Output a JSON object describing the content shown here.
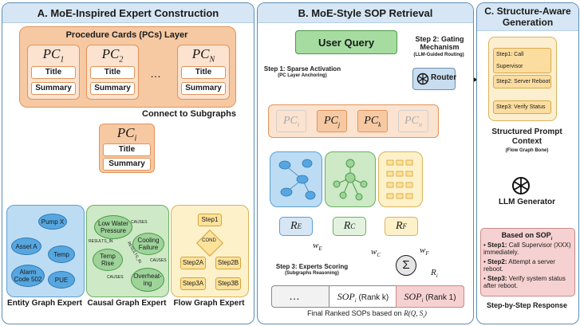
{
  "panel_a": {
    "title": "A. MoE-Inspired Expert Construction",
    "pc_layer_title": "Procedure Cards (PCs) Layer",
    "cards": [
      {
        "pc": "PC",
        "sub": "1",
        "title": "Title",
        "summary": "Summary"
      },
      {
        "pc": "PC",
        "sub": "2",
        "title": "Title",
        "summary": "Summary"
      },
      {
        "pc": "PC",
        "sub": "N",
        "title": "Title",
        "summary": "Summary"
      }
    ],
    "ellipsis": "…",
    "connect_label": "Connect to Subgraphs",
    "pci": {
      "pc": "PC",
      "sub": "i",
      "title": "Title",
      "summary": "Summary"
    },
    "entity_nodes": [
      "Pump X",
      "Asset A",
      "Temp",
      "Alarm Code 502",
      "PUE"
    ],
    "causal_nodes": [
      "Low Water Pressure",
      "Cooling Failure",
      "Temp Rise",
      "Overheat-ing"
    ],
    "causal_edges": [
      "CAUSES",
      "RESULTS_IN",
      "RESULTS_IN",
      "CAUSES",
      "CAUSES"
    ],
    "flow_nodes": [
      "Step1",
      "COND",
      "Step2A",
      "Step2B",
      "Step3A",
      "Step3B"
    ],
    "expert_labels": [
      "Entity Graph Expert",
      "Causal Graph Expert",
      "Flow Graph Expert"
    ]
  },
  "panel_b": {
    "title": "B. MoE-Style SOP Retrieval",
    "user_query": "User Query",
    "step1_title": "Step 1: Sparse Activation",
    "step1_sub": "(PC Layer Anchoring)",
    "step2_title": "Step 2: Gating Mechanism",
    "step2_sub": "(LLM-Guided Routing)",
    "router": "Router",
    "pcs": [
      {
        "pc": "PC",
        "sub": "i"
      },
      {
        "pc": "PC",
        "sub": "j"
      },
      {
        "pc": "PC",
        "sub": "k"
      },
      {
        "pc": "PC",
        "sub": "n"
      }
    ],
    "r_boxes": [
      {
        "r": "R",
        "sub": "E"
      },
      {
        "r": "R",
        "sub": "C"
      },
      {
        "r": "R",
        "sub": "F"
      }
    ],
    "weights": [
      {
        "w": "w",
        "sub": "E"
      },
      {
        "w": "w",
        "sub": "C"
      },
      {
        "w": "w",
        "sub": "F"
      }
    ],
    "sigma": "Σ",
    "ri": {
      "r": "R",
      "sub": "i"
    },
    "step3_title": "Step 3: Experts Scoring",
    "step3_sub": "(Subgraphs Reasoning)",
    "rank_ellipsis": "…",
    "rank_k": {
      "sop": "SOP",
      "sub": "i",
      "text": "(Rank k)"
    },
    "rank_1": {
      "sop": "SOP",
      "sub": "i",
      "text": "(Rank 1)"
    },
    "final_label_prefix": "Final Ranked SOPs based on",
    "final_label_formula": "R(Q, S"
  },
  "panel_c": {
    "title": "C. Structure-Aware Generation",
    "steps": [
      "Step1: Call Supervisor",
      "Step2: Server Reboot",
      "Step3: Verify Status"
    ],
    "context_title": "Structured Prompt Context",
    "context_sub": "(Flow Graph Bone)",
    "llm_label": "LLM Generator",
    "response_head": "Based on SOP",
    "response_head_sub": "i",
    "response_items": [
      {
        "k": "Step1:",
        "v": "Call Supervisor (XXX) immediately."
      },
      {
        "k": "Step2:",
        "v": "Attempt a server reboot."
      },
      {
        "k": "Step3:",
        "v": "Verify system status after reboot."
      }
    ],
    "footer": "Step-by-Step Response"
  },
  "colors": {
    "panel_border": "#5b8db8",
    "header_fill": "#d6e6f4",
    "orange": "#f6c9a3",
    "entity_fill": "#bcdcf3",
    "causal_fill": "#cde9c5",
    "flow_fill": "#fdf1c9",
    "query_green": "#a7dca0",
    "response_red": "#f6d1d1"
  }
}
